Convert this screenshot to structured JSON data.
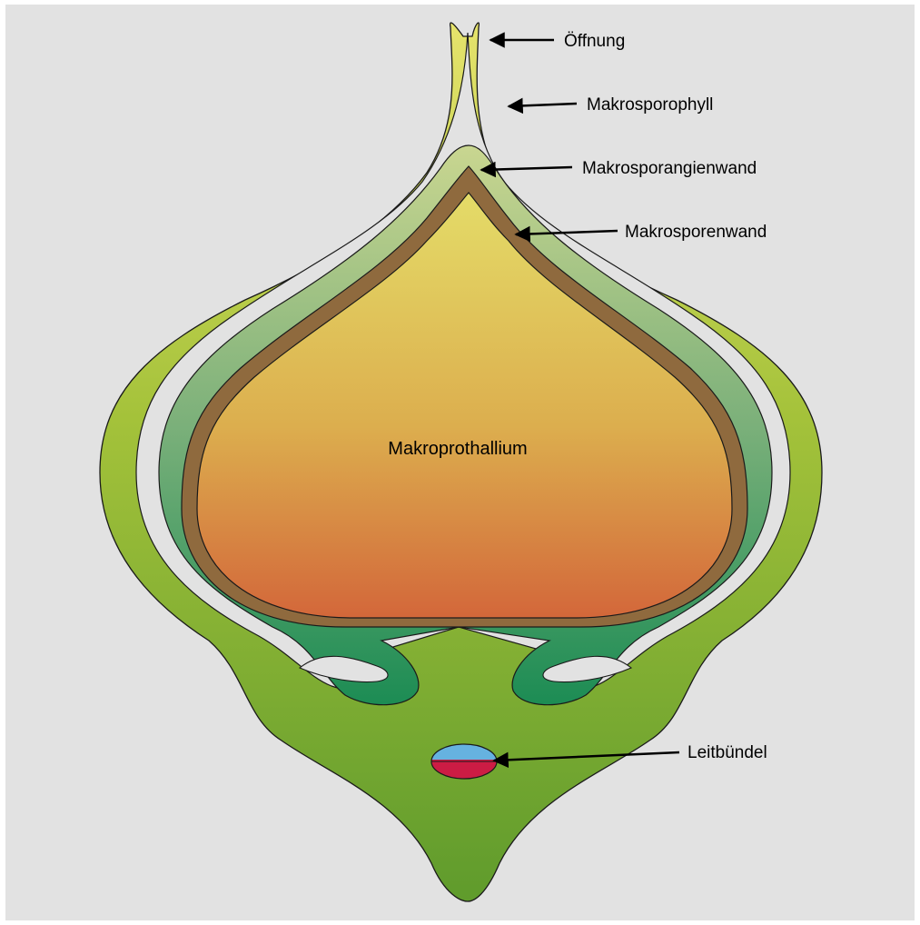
{
  "labels": {
    "opening": "Öffnung",
    "megasporophyll": "Makrosporophyll",
    "megasporangium_wall": "Makrosporangienwand",
    "megaspore_wall": "Makrosporenwand",
    "megaprothallium": "Makroprothallium",
    "vascular_bundle": "Leitbündel"
  },
  "colors": {
    "background": "#e2e2e2",
    "frame": "#ffffff",
    "outline": "#1a1a1a",
    "sporophyll_top": "#e6e36c",
    "sporophyll_mid": "#a4c23a",
    "sporophyll_bottom": "#5f9b2c",
    "sporangium_wall_top": "#c9d690",
    "sporangium_wall_mid": "#7bb07a",
    "sporangium_wall_bottom": "#1c8c54",
    "spore_wall": "#8f6a3e",
    "prothallium_top": "#e4dc68",
    "prothallium_mid": "#dcae4e",
    "prothallium_bottom": "#d3673a",
    "xylem": "#66b2e0",
    "phloem": "#cc1c44",
    "arrow": "#000000"
  }
}
